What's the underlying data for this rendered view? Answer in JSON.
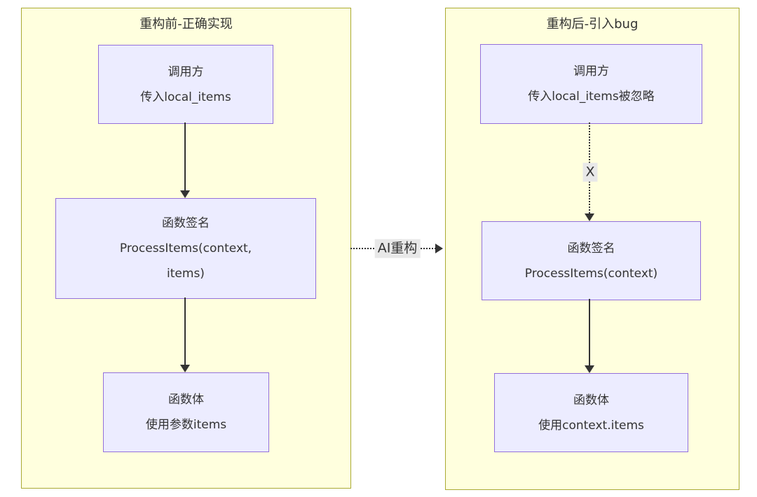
{
  "diagram": {
    "type": "flowchart",
    "direction": "top-down",
    "clusters": [
      {
        "id": "before",
        "title": "重构前-正确实现",
        "nodes": [
          {
            "id": "caller-before",
            "lines": [
              "调用方",
              "传入local_items"
            ]
          },
          {
            "id": "signature-before",
            "lines": [
              "函数签名",
              "ProcessItems(context,",
              "items)"
            ]
          },
          {
            "id": "body-before",
            "lines": [
              "函数体",
              "使用参数items"
            ]
          }
        ]
      },
      {
        "id": "after",
        "title": "重构后-引入bug",
        "nodes": [
          {
            "id": "caller-after",
            "lines": [
              "调用方",
              "传入local_items被忽略"
            ]
          },
          {
            "id": "signature-after",
            "lines": [
              "函数签名",
              "ProcessItems(context)"
            ]
          },
          {
            "id": "body-after",
            "lines": [
              "函数体",
              "使用context.items"
            ]
          }
        ]
      }
    ],
    "edges": [
      {
        "from": "caller-before",
        "to": "signature-before",
        "style": "solid",
        "label": ""
      },
      {
        "from": "signature-before",
        "to": "body-before",
        "style": "solid",
        "label": ""
      },
      {
        "from": "caller-after",
        "to": "signature-after",
        "style": "dotted",
        "label": "X"
      },
      {
        "from": "signature-after",
        "to": "body-after",
        "style": "solid",
        "label": ""
      },
      {
        "from": "cluster-before",
        "to": "cluster-after",
        "style": "dotted",
        "label": "AI重构"
      }
    ],
    "colors": {
      "cluster_fill": "#ffffde",
      "cluster_border": "#aaaa33",
      "node_fill": "#ececff",
      "node_border": "#9370db",
      "text": "#333333",
      "edge": "#333333",
      "edge_label_bg": "#e8e8e8",
      "page_bg": "#ffffff"
    }
  }
}
